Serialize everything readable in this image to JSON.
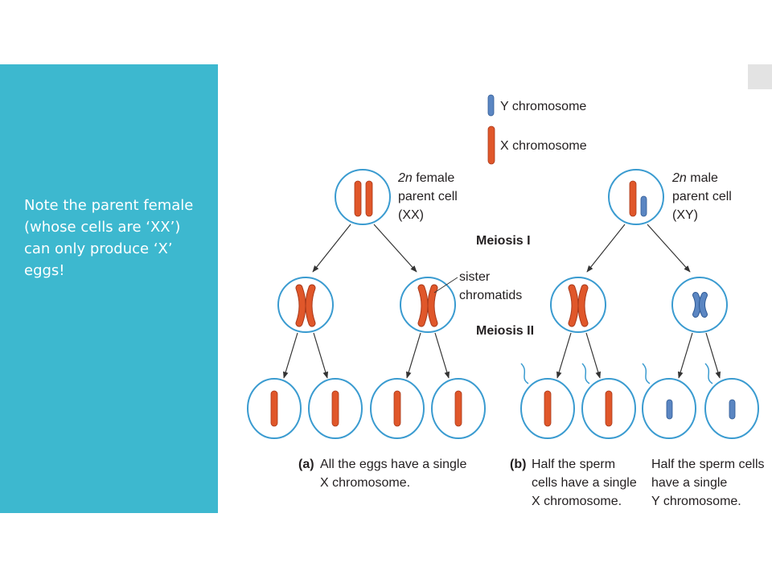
{
  "slide": {
    "note": "Note the parent female (whose cells are ‘XX’) can only produce ‘X’ eggs!"
  },
  "colors": {
    "sidebar": "#3db8cf",
    "cell_outline": "#3a9bd0",
    "x_chromosome": "#e0572a",
    "y_chromosome": "#5b86c2",
    "line": "#333333"
  },
  "diagram": {
    "legend": {
      "y": "Y chromosome",
      "x": "X chromosome"
    },
    "female_parent": {
      "line1_italic": "2n",
      "line1_rest": " female",
      "line2": "parent cell",
      "line3": "(XX)"
    },
    "male_parent": {
      "line1_italic": "2n",
      "line1_rest": " male",
      "line2": "parent cell",
      "line3": "(XY)"
    },
    "meiosis1": "Meiosis I",
    "meiosis2": "Meiosis II",
    "sister": {
      "line1": "sister",
      "line2": "chromatids"
    },
    "caption_a": {
      "tag": "(a)",
      "line1": "All the eggs have a single",
      "line2": "X chromosome."
    },
    "caption_b": {
      "tag": "(b)",
      "line1": "Half the sperm",
      "line2": "cells have a single",
      "line3": "X chromosome."
    },
    "caption_c": {
      "line1": "Half the sperm cells",
      "line2": "have a single",
      "line3": "Y chromosome."
    }
  }
}
